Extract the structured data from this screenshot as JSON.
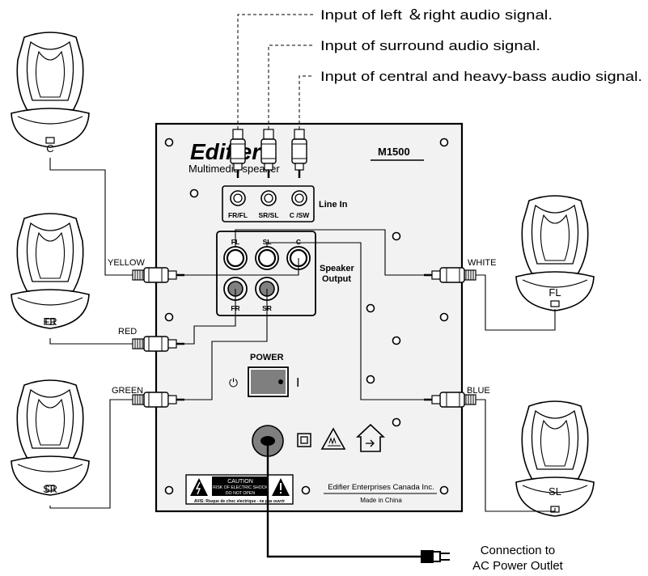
{
  "annotations": {
    "lr_input": "Input of left ＆right audio signal.",
    "surround_input": "Input of surround audio signal.",
    "central_input": "Input of central and heavy-bass audio signal.",
    "ac_line1": "Connection to",
    "ac_line2": "AC Power Outlet"
  },
  "panel": {
    "brand": "Edifier",
    "subtitle": "Multimedia speaker",
    "model": "M1500",
    "line_in_label": "Line In",
    "line_in_jacks": [
      "FR/FL",
      "SR/SL",
      "C /SW"
    ],
    "speaker_output_label_1": "Speaker",
    "speaker_output_label_2": "Output",
    "output_top": [
      "FL",
      "SL",
      "C"
    ],
    "output_bottom": [
      "FR",
      "SR"
    ],
    "power_label": "POWER",
    "power_off_symbol": "⏻",
    "power_on_symbol": "I",
    "caution_title": "CAUTION",
    "caution_line1": "RISK OF ELECTRIC SHOCK",
    "caution_line2": "DO NOT OPEN",
    "caution_avis": "AVIS: Risque de choc electrique - ne pas ouvrir",
    "maker": "Edifier Enterprises Canada Inc.",
    "made_in": "Made in China"
  },
  "cables": {
    "yellow": "YELLOW",
    "red": "RED",
    "green": "GREEN",
    "white": "WHITE",
    "blue": "BLUE"
  },
  "speakers": {
    "c": "C",
    "fr": "FR",
    "sr": "SR",
    "fl": "FL",
    "sl": "SL"
  },
  "icons": [
    "speaker-icon",
    "rca-plug-icon",
    "power-switch-icon",
    "warning-triangle-icon",
    "double-insulation-icon",
    "hot-surface-icon",
    "indoor-use-icon",
    "ac-plug-icon"
  ]
}
